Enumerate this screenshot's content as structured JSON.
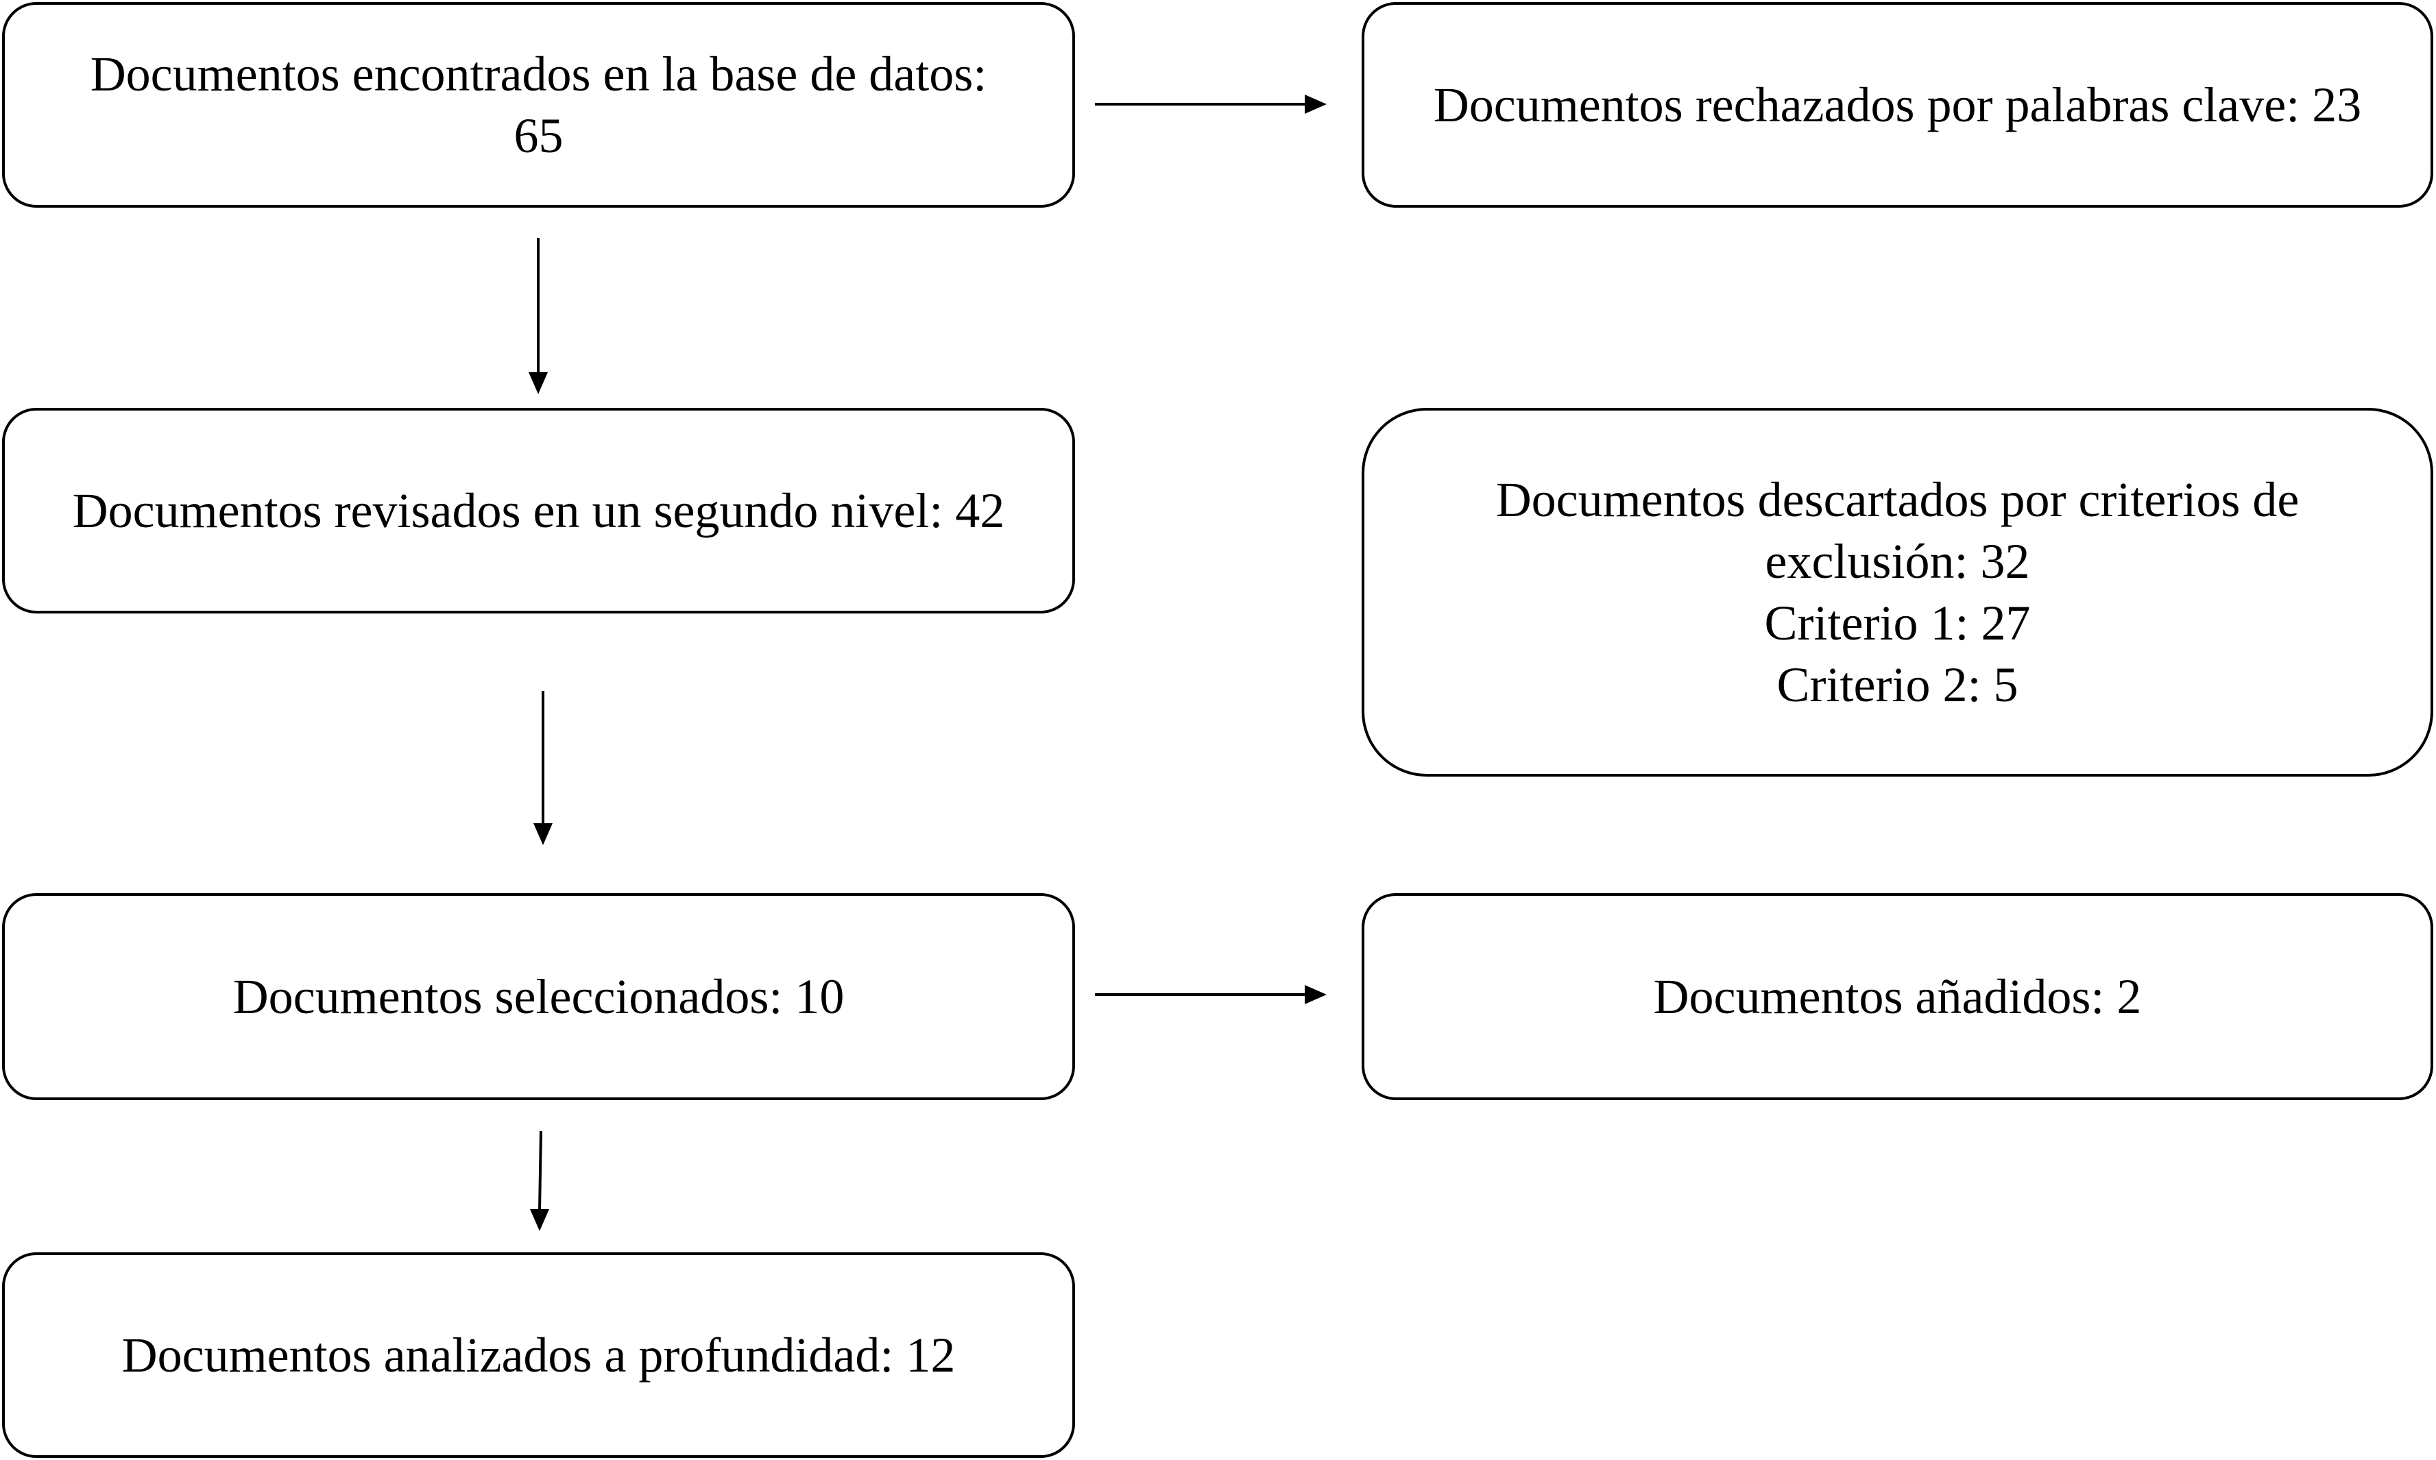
{
  "boxes": {
    "found": {
      "line1": "Documentos encontrados en la base de datos:",
      "line2": "65"
    },
    "rejected_keywords": {
      "line1": "Documentos rechazados por palabras clave: 23"
    },
    "reviewed": {
      "line1": "Documentos revisados en un segundo nivel: 42"
    },
    "discarded": {
      "line1": "Documentos descartados por criterios de",
      "line2": "exclusión: 32",
      "line3": "Criterio 1: 27",
      "line4": "Criterio 2: 5"
    },
    "selected": {
      "line1": "Documentos seleccionados: 10"
    },
    "added": {
      "line1": "Documentos añadidos: 2"
    },
    "analyzed": {
      "line1": "Documentos analizados a profundidad: 12"
    }
  }
}
